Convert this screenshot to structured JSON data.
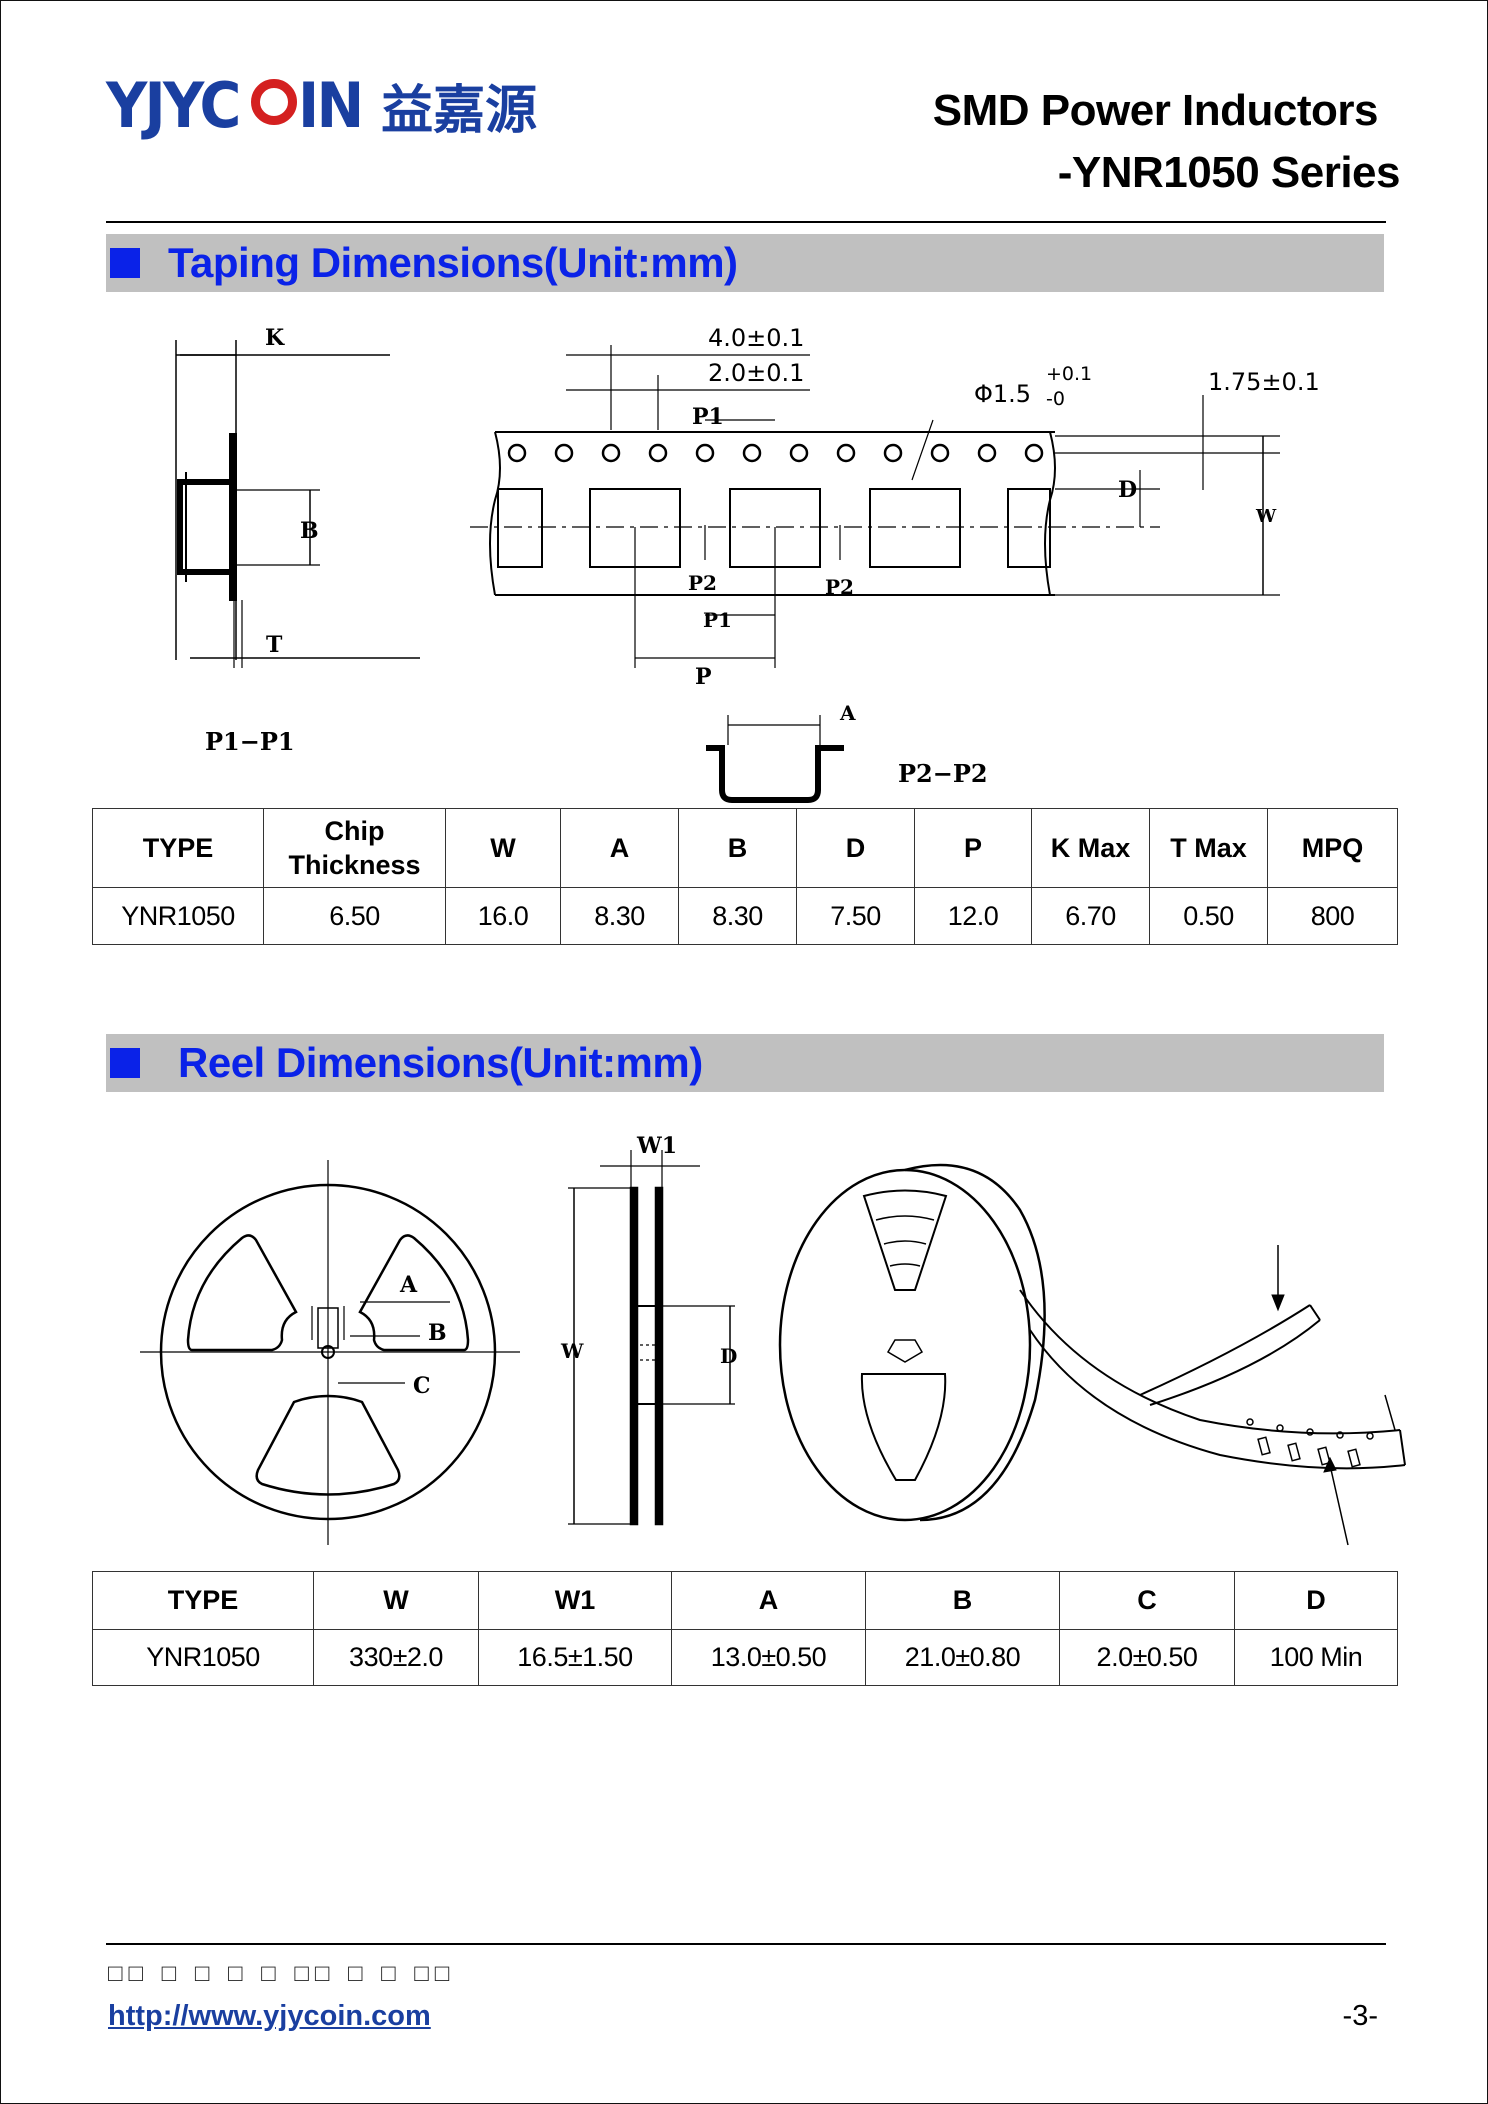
{
  "header": {
    "logo_text_part1": "YJYC",
    "logo_text_part2": "IN",
    "logo_cjk": "益嘉源",
    "title_line1": "SMD Power Inductors",
    "title_line2": "-YNR1050 Series"
  },
  "taping": {
    "heading": "Taping Dimensions(Unit:mm)",
    "diagram_labels": {
      "k": "K",
      "b": "B",
      "t": "T",
      "section_p1": "P1−P1",
      "pitch_4": "4.0±0.1",
      "pitch_2": "2.0±0.1",
      "p1": "P1",
      "hole_dia": "Φ1.5",
      "tol_plus": "+0.1",
      "tol_minus": "-0",
      "edge": "1.75±0.1",
      "d": "D",
      "w": "W",
      "p2": "P2",
      "p": "P",
      "a": "A",
      "section_p2": "P2−P2"
    },
    "table": {
      "headers": [
        "TYPE",
        "Chip Thickness",
        "W",
        "A",
        "B",
        "D",
        "P",
        "K Max",
        "T Max",
        "MPQ"
      ],
      "rows": [
        [
          "YNR1050",
          "6.50",
          "16.0",
          "8.30",
          "8.30",
          "7.50",
          "12.0",
          "6.70",
          "0.50",
          "800"
        ]
      ]
    }
  },
  "reel": {
    "heading": "Reel Dimensions(Unit:mm)",
    "diagram_labels": {
      "a": "A",
      "b": "B",
      "c": "C",
      "w1": "W1",
      "w": "W",
      "d": "D"
    },
    "table": {
      "headers": [
        "TYPE",
        "W",
        "W1",
        "A",
        "B",
        "C",
        "D"
      ],
      "rows": [
        [
          "YNR1050",
          "330±2.0",
          "16.5±1.50",
          "13.0±0.50",
          "21.0±0.80",
          "2.0±0.50",
          "100 Min"
        ]
      ]
    }
  },
  "footer": {
    "company_cjk": "□□ □ □ □ □ □□ □ □ □□",
    "url": "http://www.yjycoin.com",
    "page_number": "-3-"
  },
  "colors": {
    "brand_blue": "#1a3fa0",
    "heading_blue": "#0a22e8",
    "section_gray": "#c0c0c0",
    "logo_red": "#d42020"
  }
}
